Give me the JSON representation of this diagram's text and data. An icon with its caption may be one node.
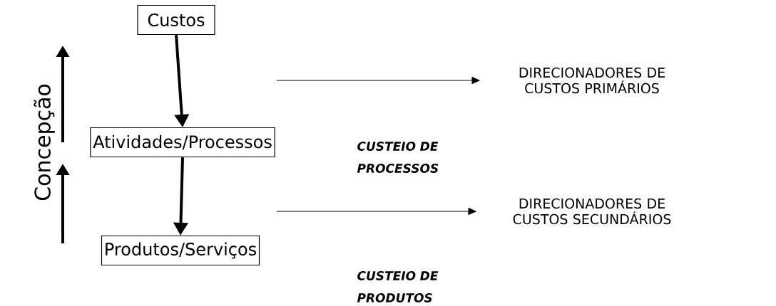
{
  "diagram": {
    "nodes": [
      {
        "text": [
          "Custos"
        ]
      },
      {
        "text": [
          "Atividades/Processos"
        ]
      },
      {
        "text": [
          "Produtos/Serviços"
        ]
      },
      {
        "text": [
          "DIRECIONADORES DE CUSTOS PRIMÁRIOS"
        ]
      },
      {
        "text": [
          "DIRECIONADORES DE CUSTOS SECUNDÁRIOS"
        ]
      }
    ],
    "edges": [
      {
        "from": 0,
        "to": 1,
        "arrow": "to",
        "style": "thick"
      },
      {
        "from": 1,
        "to": 2,
        "arrow": "to",
        "style": "thick"
      },
      {
        "from": null,
        "to": 3,
        "arrow": "to"
      },
      {
        "from": null,
        "to": 4,
        "arrow": "to"
      }
    ],
    "labels": [
      "Concepção",
      "CUSTEIO DE PROCESSOS",
      "CUSTEIO DE PRODUTOS"
    ]
  }
}
